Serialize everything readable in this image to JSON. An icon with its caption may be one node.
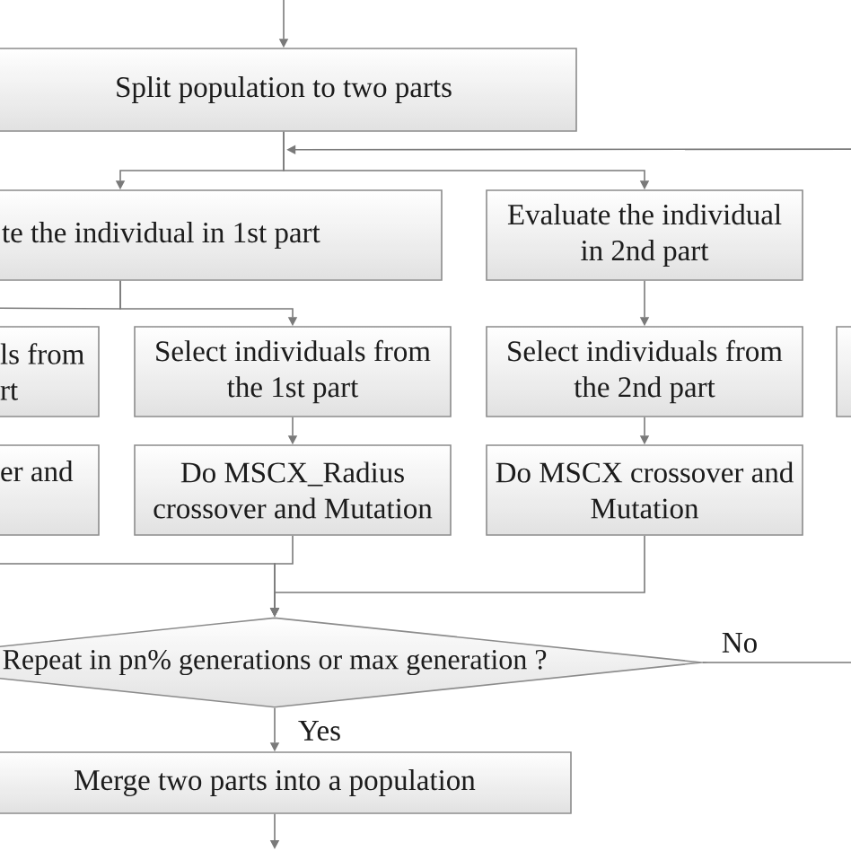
{
  "diagram": {
    "nodes": [
      {
        "text": [
          "Split population to two parts"
        ]
      },
      {
        "text": [
          "te the individual in 1st part"
        ]
      },
      {
        "text": [
          "Evaluate the individual in 2nd part"
        ]
      },
      {
        "text": [
          "ls from rt"
        ]
      },
      {
        "text": [
          "Select individuals from the 1st part"
        ]
      },
      {
        "text": [
          "Select individuals from the 2nd part"
        ]
      },
      {
        "text": [],
        "shape": "box"
      },
      {
        "text": [
          "er and"
        ]
      },
      {
        "text": [
          "Do MSCX_Radius crossover and Mutation"
        ]
      },
      {
        "text": [
          "Do MSCX crossover and Mutation"
        ]
      },
      {
        "text": [
          "Repeat in pn% generations or max generation ?"
        ]
      },
      {
        "text": [
          "Merge two parts into a population"
        ]
      }
    ],
    "edges": [
      {
        "from": null,
        "to": 0,
        "arrow": "to"
      },
      {
        "from": 0,
        "to": 1,
        "arrow": "to"
      },
      {
        "from": 0,
        "to": 2,
        "arrow": "to"
      },
      {
        "from": 1,
        "to": 3,
        "arrow": "none"
      },
      {
        "from": 1,
        "to": 4,
        "arrow": "to"
      },
      {
        "from": 2,
        "to": 5,
        "arrow": "to"
      },
      {
        "from": 4,
        "to": 8,
        "arrow": "to"
      },
      {
        "from": 5,
        "to": 9,
        "arrow": "to"
      },
      {
        "from": null,
        "to": 10,
        "arrow": "to"
      },
      {
        "from": 8,
        "to": 10,
        "arrow": "to"
      },
      {
        "from": 9,
        "to": 10,
        "arrow": "to"
      },
      {
        "from": 10,
        "to": 11,
        "arrow": "to",
        "label": "Yes"
      },
      {
        "from": 10,
        "to": 0,
        "arrow": "to",
        "label": "No"
      },
      {
        "from": 11,
        "to": null,
        "arrow": "to"
      }
    ]
  }
}
